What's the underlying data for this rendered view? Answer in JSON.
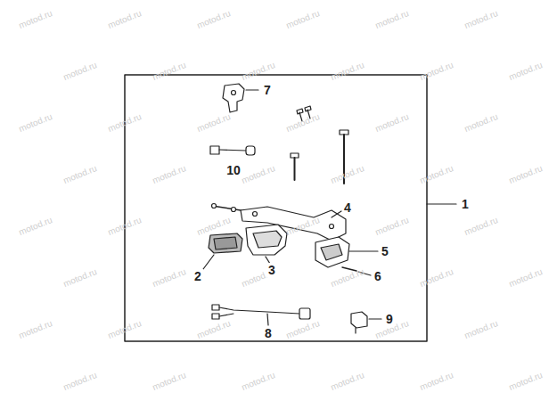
{
  "diagram": {
    "labels": [
      "7",
      "10",
      "4",
      "2",
      "3",
      "5",
      "6",
      "8",
      "9",
      "1",
      "motod.ru",
      "motod.ru",
      "motod.ru",
      "motod.ru",
      "motod.ru",
      "motod.ru",
      "motod.ru",
      "motod.ru",
      "motod.ru",
      "motod.ru",
      "motod.ru",
      "motod.ru",
      "motod.ru",
      "motod.ru",
      "motod.ru",
      "motod.ru",
      "motod.ru",
      "motod.ru",
      "motod.ru",
      "motod.ru",
      "motod.ru",
      "motod.ru",
      "motod.ru",
      "motod.ru",
      "motod.ru",
      "motod.ru",
      "motod.ru",
      "motod.ru",
      "motod.ru",
      "motod.ru",
      "motod.ru",
      "motod.ru",
      "motod.ru",
      "motod.ru",
      "motod.ru",
      "motod.ru",
      "motod.ru",
      "motod.ru",
      "motod.ru",
      "motod.ru",
      "motod.ru",
      "motod.ru",
      "motod.ru",
      "motod.ru",
      "motod.ru",
      "motod.ru",
      "motod.ru",
      "motod.ru"
    ]
  }
}
